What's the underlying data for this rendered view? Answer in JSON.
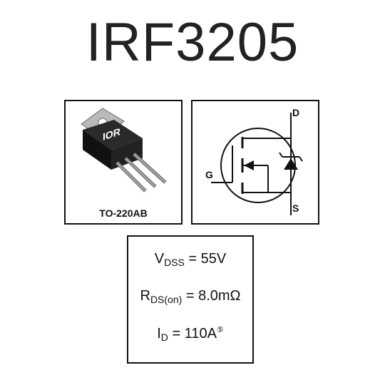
{
  "header": {
    "title": "IRF3205"
  },
  "package": {
    "label": "TO-220AB",
    "logo_text": "IOR"
  },
  "symbol": {
    "pin_d": "D",
    "pin_g": "G",
    "pin_s": "S"
  },
  "specs": [
    {
      "main": "V",
      "sub": "DSS",
      "rest": " = 55V",
      "sup": ""
    },
    {
      "main": "R",
      "sub": "DS(on)",
      "rest": " = 8.0mΩ",
      "sup": ""
    },
    {
      "main": "I",
      "sub": "D",
      "rest": " = 110A",
      "sup": "⑤"
    }
  ]
}
